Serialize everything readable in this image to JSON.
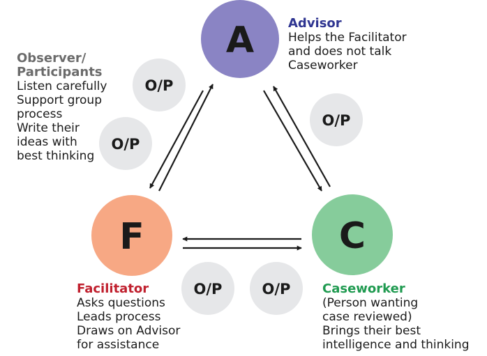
{
  "nodes": {
    "advisor": {
      "letter": "A",
      "color": "#8a84c4"
    },
    "facilitator": {
      "letter": "F",
      "color": "#f7a884"
    },
    "caseworker": {
      "letter": "C",
      "color": "#86cc9b"
    }
  },
  "op_label": "O/P",
  "op_color": "#e6e7e9",
  "arrow_color": "#1a1a1a",
  "labels": {
    "advisor": {
      "title": "Advisor",
      "title_color": "#2f3591",
      "lines": [
        "Helps the Facilitator",
        "and does not talk",
        "Caseworker"
      ]
    },
    "observer": {
      "title_lines": [
        "Observer/",
        "Participants"
      ],
      "title_color": "#6b6b6b",
      "lines": [
        "Listen carefully",
        "Support group",
        "process",
        "Write their",
        "ideas with",
        "best thinking"
      ]
    },
    "facilitator": {
      "title": "Facilitator",
      "title_color": "#c0202e",
      "lines": [
        "Asks questions",
        "Leads process",
        "Draws on Advisor",
        "for assistance"
      ]
    },
    "caseworker": {
      "title": "Caseworker",
      "title_color": "#1f9a50",
      "lines": [
        "(Person wanting",
        "case reviewed)",
        "Brings their best",
        "intelligence and thinking"
      ]
    }
  }
}
